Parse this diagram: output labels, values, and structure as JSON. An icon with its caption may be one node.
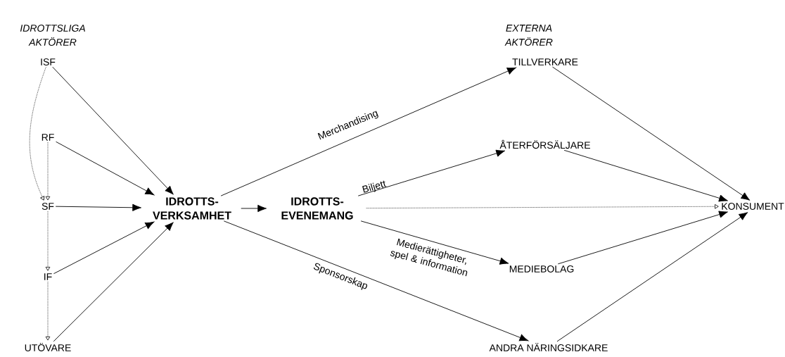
{
  "diagram": {
    "nodes": [
      {
        "text": [
          "ISF"
        ]
      },
      {
        "text": [
          "RF"
        ]
      },
      {
        "text": [
          "SF"
        ]
      },
      {
        "text": [
          "IF"
        ]
      },
      {
        "text": [
          "UTÖVARE"
        ]
      },
      {
        "text": [
          "IDROTTS- VERKSAMHET"
        ]
      },
      {
        "text": [
          "IDROTTS- EVENEMANG"
        ]
      },
      {
        "text": [
          "TILLVERKARE"
        ]
      },
      {
        "text": [
          "ÅTERFÖRSÄLJARE"
        ]
      },
      {
        "text": [
          "KONSUMENT"
        ]
      },
      {
        "text": [
          "MEDIEBOLAG"
        ]
      },
      {
        "text": [
          "ANDRA NÄRINGSIDKARE"
        ]
      }
    ],
    "edges": [
      {
        "from": 0,
        "to": 5,
        "arrow": "to"
      },
      {
        "from": 1,
        "to": 5,
        "arrow": "to"
      },
      {
        "from": 2,
        "to": 5,
        "arrow": "to"
      },
      {
        "from": 3,
        "to": 5,
        "arrow": "to"
      },
      {
        "from": 4,
        "to": 5,
        "arrow": "to"
      },
      {
        "from": 5,
        "to": 6,
        "arrow": "to"
      },
      {
        "from": 5,
        "to": 7,
        "arrow": "to",
        "label": "Merchandising"
      },
      {
        "from": 6,
        "to": 8,
        "arrow": "to",
        "label": "Biljett"
      },
      {
        "from": 6,
        "to": 9,
        "arrow": "to",
        "style": "dashed"
      },
      {
        "from": 6,
        "to": 10,
        "arrow": "to",
        "label": "Medierättigheter, spel & information"
      },
      {
        "from": 5,
        "to": 11,
        "arrow": "to",
        "label": "Sponsorskap"
      },
      {
        "from": 7,
        "to": 9,
        "arrow": "to"
      },
      {
        "from": 8,
        "to": 9,
        "arrow": "to"
      },
      {
        "from": 10,
        "to": 9,
        "arrow": "to"
      },
      {
        "from": 11,
        "to": 9,
        "arrow": "to"
      },
      {
        "from": 0,
        "to": 2,
        "arrow": "to",
        "style": "dashed"
      },
      {
        "from": 1,
        "to": 2,
        "arrow": "to",
        "style": "dashed"
      },
      {
        "from": 2,
        "to": 3,
        "arrow": "to",
        "style": "dashed"
      },
      {
        "from": 3,
        "to": 4,
        "arrow": "to",
        "style": "dashed"
      }
    ],
    "labels": [
      "IDROTTSLIGA AKTÖRER",
      "EXTERNA AKTÖRER"
    ]
  }
}
